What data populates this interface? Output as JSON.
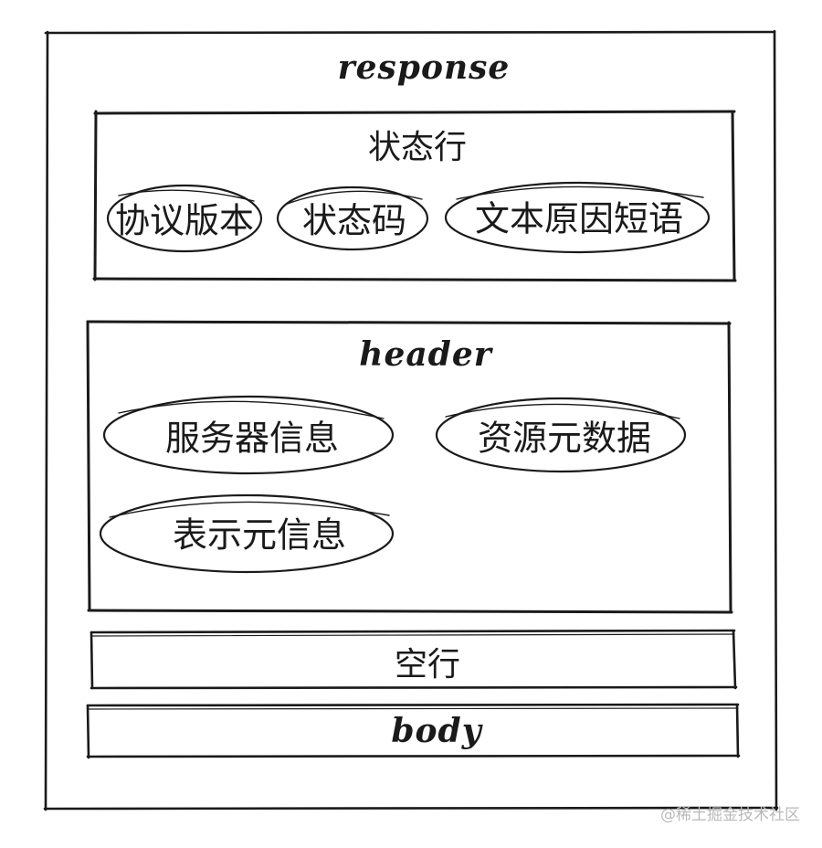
{
  "response": {
    "title": "response",
    "status_line": {
      "title": "状态行",
      "items": [
        "协议版本",
        "状态码",
        "文本原因短语"
      ]
    },
    "header": {
      "title": "header",
      "items": [
        "服务器信息",
        "资源元数据",
        "表示元信息"
      ]
    },
    "blank_line": {
      "title": "空行"
    },
    "body": {
      "title": "body"
    }
  },
  "watermark": "@稀土掘金技术社区"
}
